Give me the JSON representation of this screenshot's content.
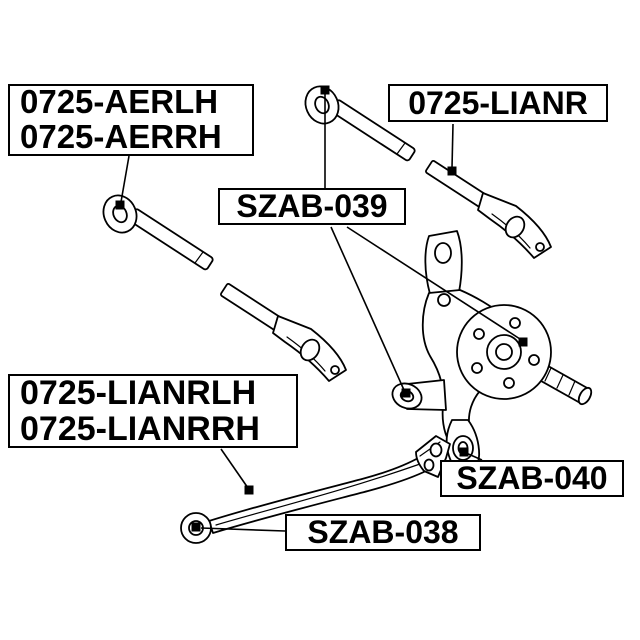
{
  "page": {
    "background_color": "#ffffff",
    "line_color": "#000000",
    "description": "Suspension parts line-art diagram with callout label boxes"
  },
  "labels": {
    "aer": {
      "line1": "0725-AERLH",
      "line2": "0725-AERRH"
    },
    "lianr": {
      "line1": "0725-LIANR"
    },
    "szab039": {
      "line1": "SZAB-039"
    },
    "lianrlh": {
      "line1": "0725-LIANRLH",
      "line2": "0725-LIANRRH"
    },
    "szab040": {
      "line1": "SZAB-040"
    },
    "szab038": {
      "line1": "SZAB-038"
    }
  }
}
